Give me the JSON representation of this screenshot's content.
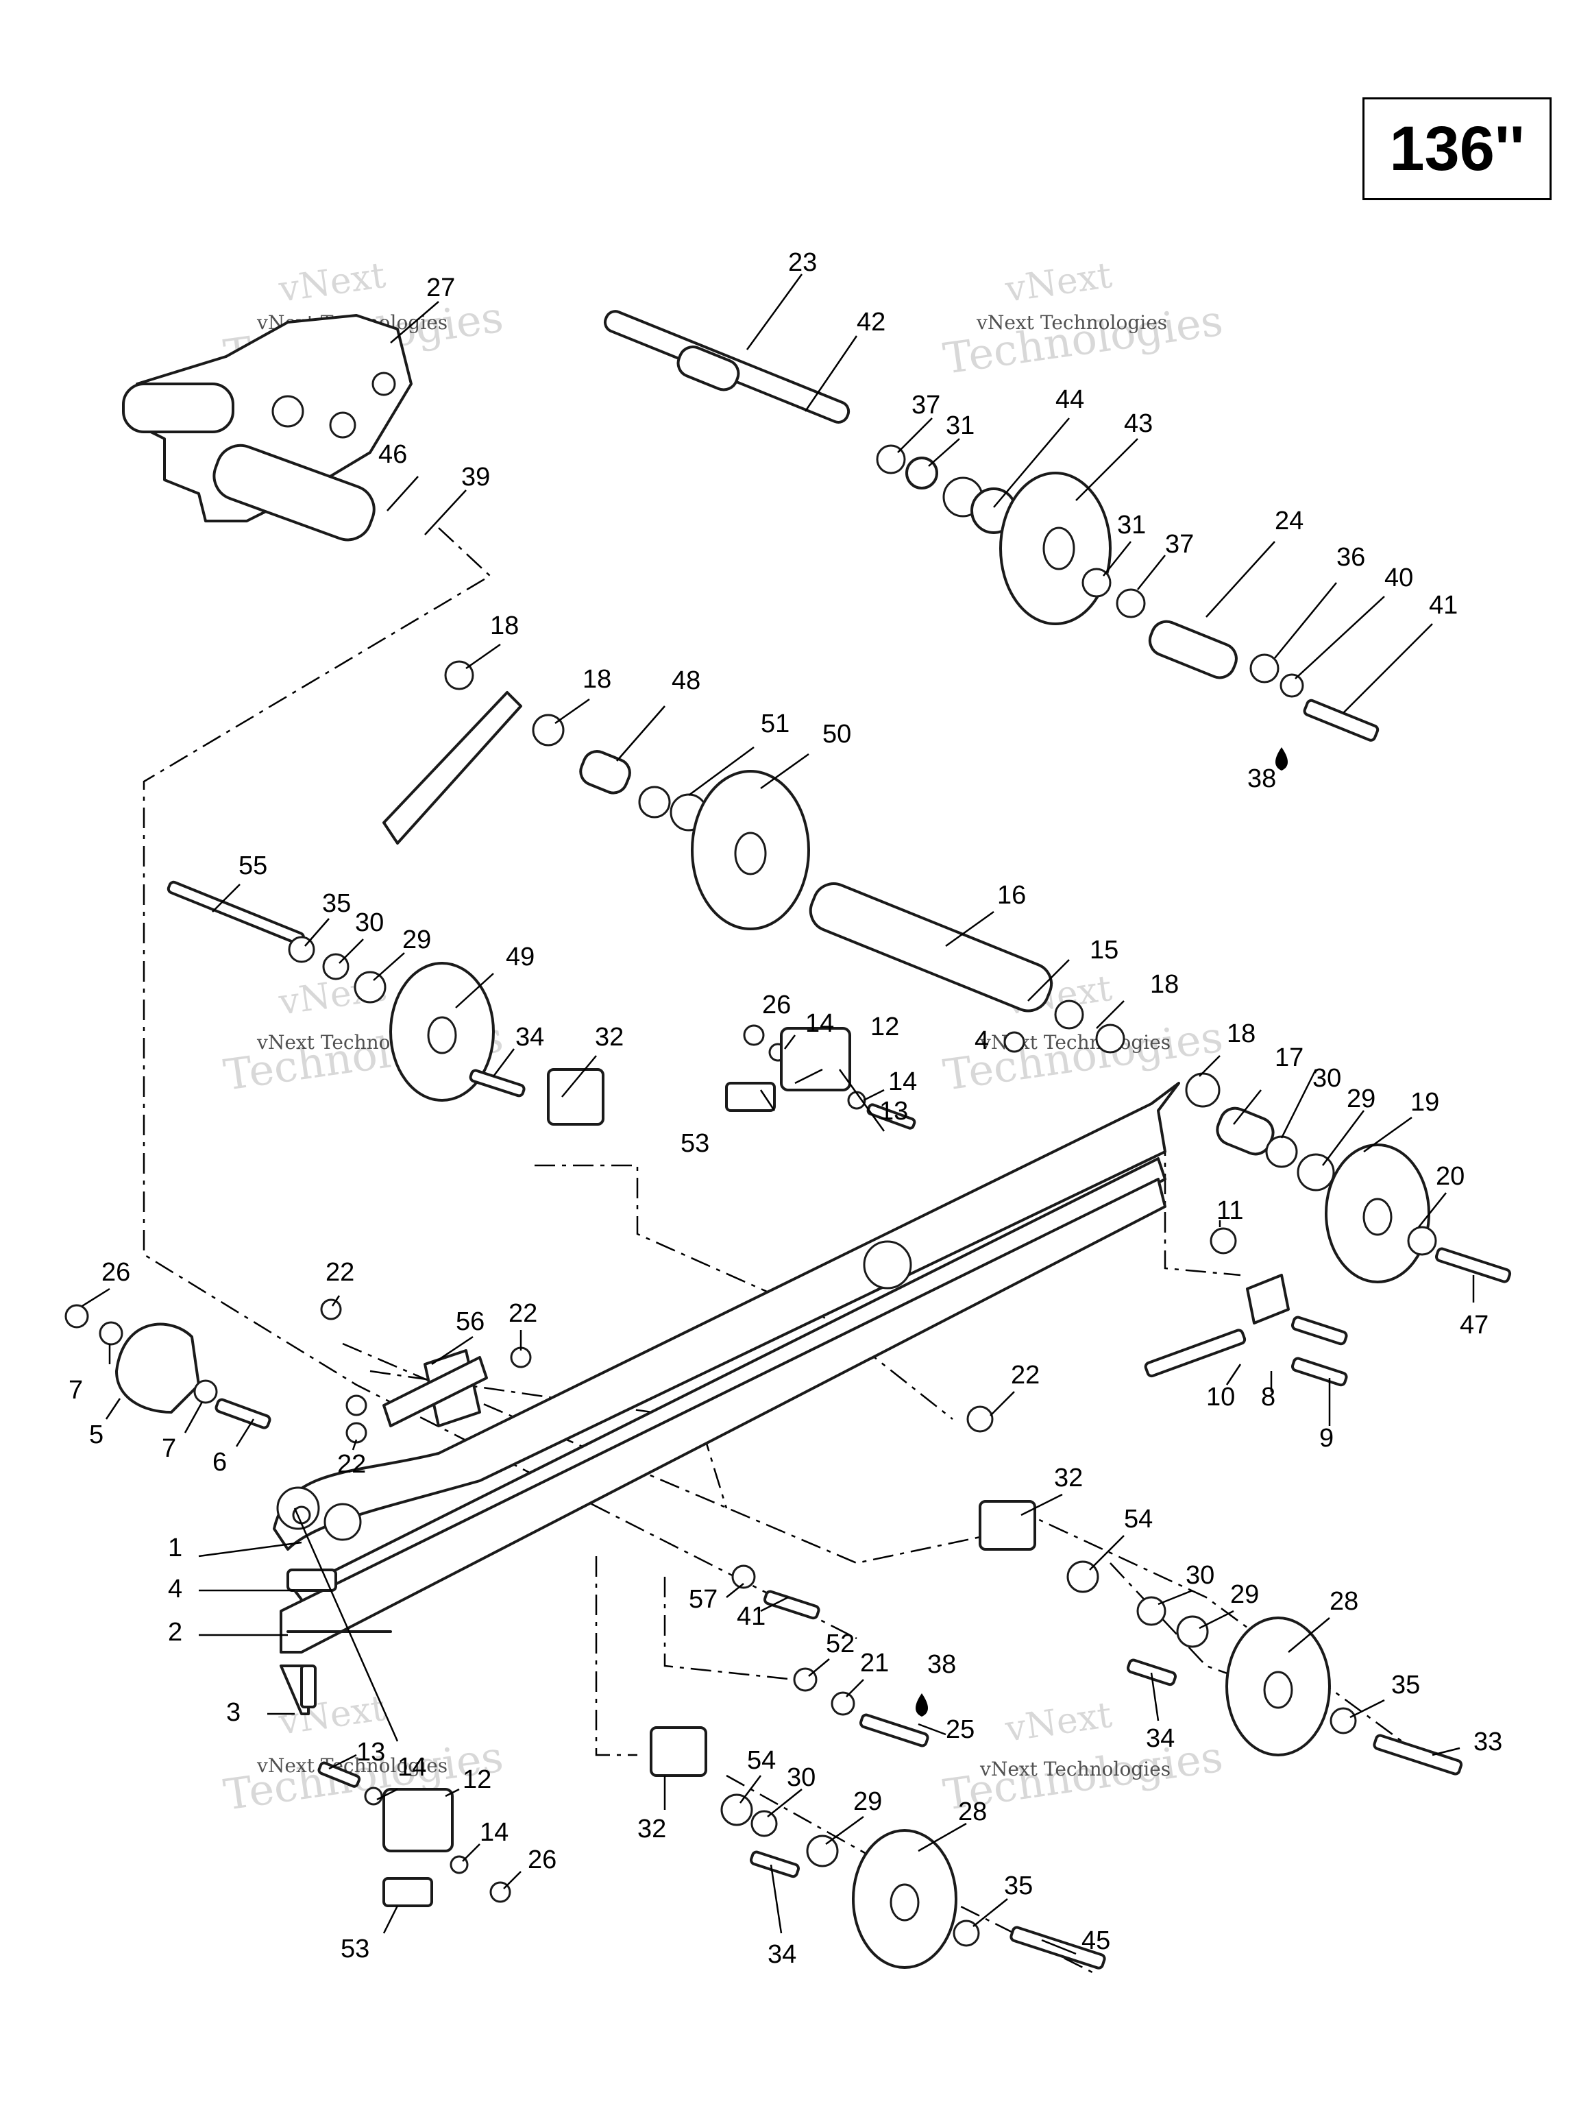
{
  "diagram": {
    "size_label": "136''",
    "watermark": {
      "line1": "vNext",
      "line2": "Technologies",
      "full": "vNext Technologies"
    },
    "callouts": [
      "27",
      "46",
      "39",
      "23",
      "42",
      "37",
      "31",
      "44",
      "43",
      "31",
      "37",
      "24",
      "36",
      "40",
      "41",
      "38",
      "18",
      "18",
      "48",
      "51",
      "50",
      "55",
      "35",
      "30",
      "29",
      "49",
      "16",
      "15",
      "18",
      "34",
      "32",
      "26",
      "14",
      "12",
      "4",
      "14",
      "13",
      "53",
      "18",
      "17",
      "30",
      "29",
      "19",
      "20",
      "11",
      "47",
      "26",
      "22",
      "56",
      "22",
      "22",
      "10",
      "8",
      "9",
      "7",
      "5",
      "7",
      "6",
      "22",
      "32",
      "54",
      "30",
      "29",
      "28",
      "1",
      "4",
      "2",
      "57",
      "41",
      "52",
      "21",
      "38",
      "25",
      "34",
      "35",
      "33",
      "3",
      "13",
      "14",
      "12",
      "14",
      "26",
      "53",
      "32",
      "54",
      "30",
      "29",
      "28",
      "35",
      "34",
      "45"
    ]
  }
}
